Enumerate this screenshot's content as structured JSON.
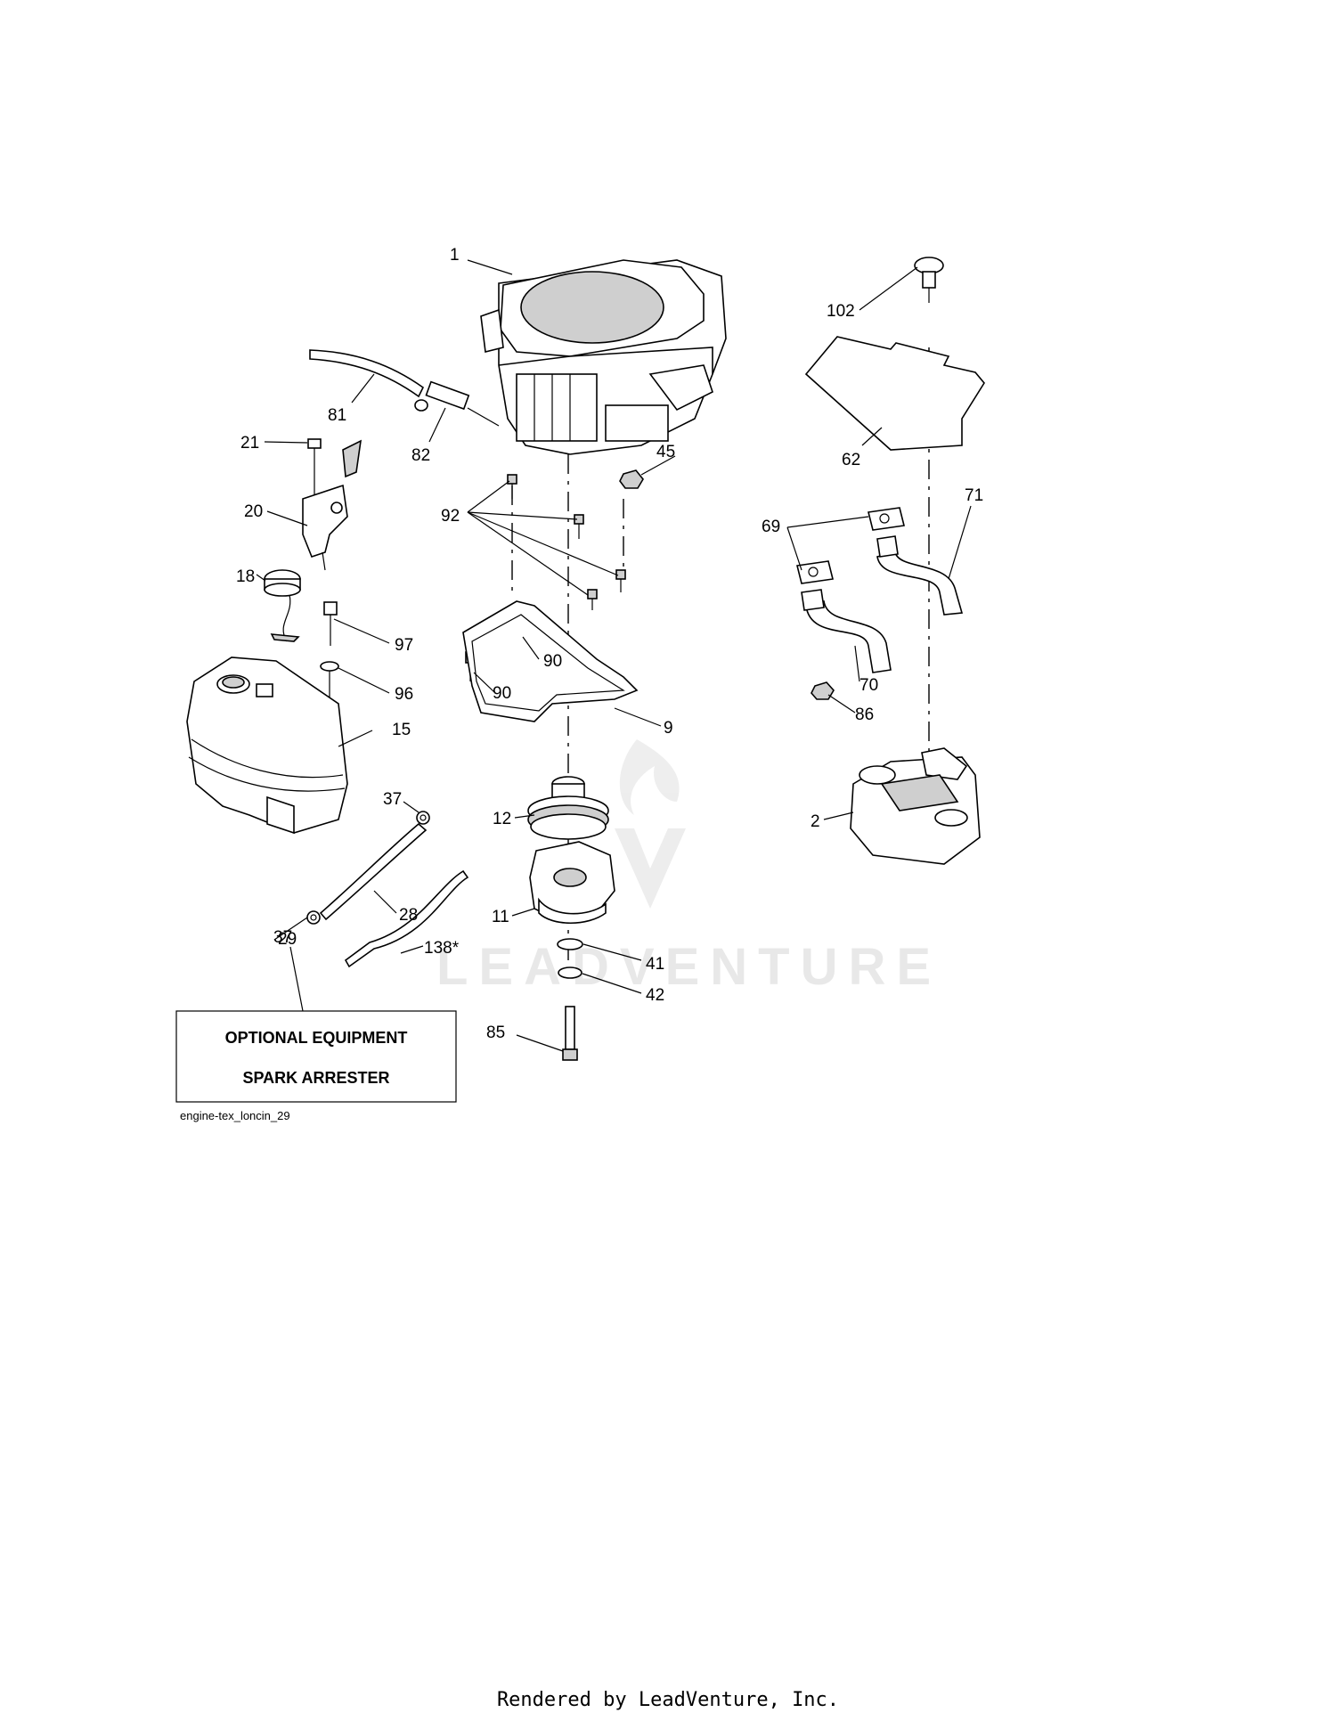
{
  "diagram": {
    "figure_id": "engine-tex_loncin_29",
    "watermark_text": "LEADVENTURE",
    "optional_box": {
      "line1": "OPTIONAL EQUIPMENT",
      "line2": "SPARK ARRESTER"
    },
    "callouts": {
      "p1": "1",
      "p102": "102",
      "p81": "81",
      "p82": "82",
      "p21": "21",
      "p20": "20",
      "p45": "45",
      "p92": "92",
      "p62": "62",
      "p69": "69",
      "p71": "71",
      "p18": "18",
      "p97": "97",
      "p96": "96",
      "p90a": "90",
      "p90b": "90",
      "p15": "15",
      "p9": "9",
      "p70": "70",
      "p86": "86",
      "p37a": "37",
      "p12": "12",
      "p2": "2",
      "p28": "28",
      "p37b": "37",
      "p11": "11",
      "p29": "29",
      "p138": "138*",
      "p41": "41",
      "p42": "42",
      "p85": "85"
    }
  },
  "footer": {
    "text": "Rendered by LeadVenture, Inc."
  }
}
